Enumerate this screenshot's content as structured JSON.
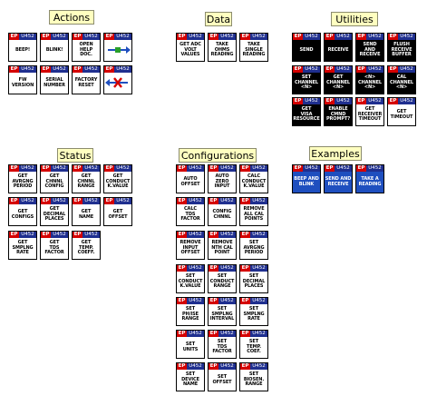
{
  "badge": {
    "ep": "EP",
    "model": "U452"
  },
  "groups": {
    "actions": "Actions",
    "data": "Data",
    "utilities": "Utilities",
    "status": "Status",
    "configurations": "Configurations",
    "examples": "Examples"
  },
  "actions": {
    "beep": "BEEP!",
    "blink": "BLINK!",
    "open_help": "OPEN\nHELP\nDOC.",
    "fw_version": "FW\nVERSION",
    "serial_number": "SERIAL\nNUMBER",
    "factory_reset": "FACTORY\nRESET"
  },
  "data": {
    "get_adc": "GET ADC\nVOLT\nVALUES",
    "take_ohms": "TAKE\nOHMS\nREADING",
    "take_single": "TAKE\nSINGLE\nREADING"
  },
  "utilities": {
    "send": "SEND",
    "receive": "RECEIVE",
    "send_and_receive": "SEND\nAND\nRECEIVE",
    "flush": "FLUSH\nRECEIVE\nBUFFER",
    "set_channel": "SET\nCHANNEL\n<N>",
    "get_channel": "GET\nCHANNEL\n<N>",
    "channel_n": "<N>\nCHANNEL\n<N>",
    "cal_channel": "CAL\nCHANNEL\n<N>",
    "get_visa": "GET\nVISA\nRESOURCE",
    "enable_cmnd": "ENABLE\nCMND\nPROMPT?",
    "get_timeout_recv": "GET\nRECEIVER\nTIMEOUT",
    "get_timeout": "GET\nTIMEOUT"
  },
  "status": {
    "get_avrgng": "GET\nAVRGNG\nPERIOD",
    "get_chnnl_config": "GET\nCHNNL\nCONFIG",
    "get_chnnl_range": "GET\nCHNNL\nRANGE",
    "get_conduct": "GET\nCONDUCT\nK.VALUE",
    "get_configs": "GET\nCONFIGS",
    "get_decimal": "GET\nDECIMAL\nPLACES",
    "get_name": "GET\nNAME",
    "get_offset": "GET\nOFFSET",
    "get_smplng": "GET\nSMPLNG\nRATE",
    "get_tds": "GET\nTDS\nFACTOR",
    "get_temp": "GET\nTEMP.\nCOEFF."
  },
  "configurations": {
    "auto_offset": "AUTO\nOFFSET",
    "auto_zero": "AUTO\nZERO\nINPUT",
    "calc_conduct": "CALC\nCONDUCT\nK.VALUE",
    "calc_tds": "CALC\nTDS\nFACTOR",
    "config_chnnl": "CONFIG\nCHNNL",
    "remove_all": "REMOVE\nALL CAL\nPOINTS",
    "remove_input": "REMOVE\nINPUT\nOFFSET",
    "remove_nth": "REMOVE\nNTH CAL\nPOINT",
    "set_avrgng": "SET\nAVRGNG\nPERIOD",
    "set_conduct": "SET\nCONDUCT\nK.VALUE",
    "set_conduct_range": "SET\nCONDUCT\nRANGE",
    "set_decimal": "SET\nDECIMAL\nPLACES",
    "set_ph": "SET\nPH/ISE\nRANGE",
    "set_smplng_interval": "SET\nSMPLNG\nINTERVAL",
    "set_smplng_rate": "SET\nSMPLNG\nRATE",
    "set_units": "SET\nUNITS",
    "set_tds": "SET\nTDS\nFACTOR",
    "set_temp": "SET\nTEMP.\nCOEF.",
    "set_device_name": "SET\nDEVICE\nNAME",
    "set_offset": "SET\nOFFSET",
    "set_biosen": "SET\nBIOSEN.\nRANGE"
  },
  "examples": {
    "beep_and_blink": "BEEP AND\nBLINK",
    "send_and_receive": "SEND AND\nRECEIVE",
    "take_a_reading": "TAKE A\nREADING"
  },
  "colors": {
    "title_bg": "#ffffc0",
    "badge_ep": "#d40000",
    "badge_band": "#1f2f8f",
    "dark_body": "#000000",
    "blue_body": "#1f4fbf"
  }
}
